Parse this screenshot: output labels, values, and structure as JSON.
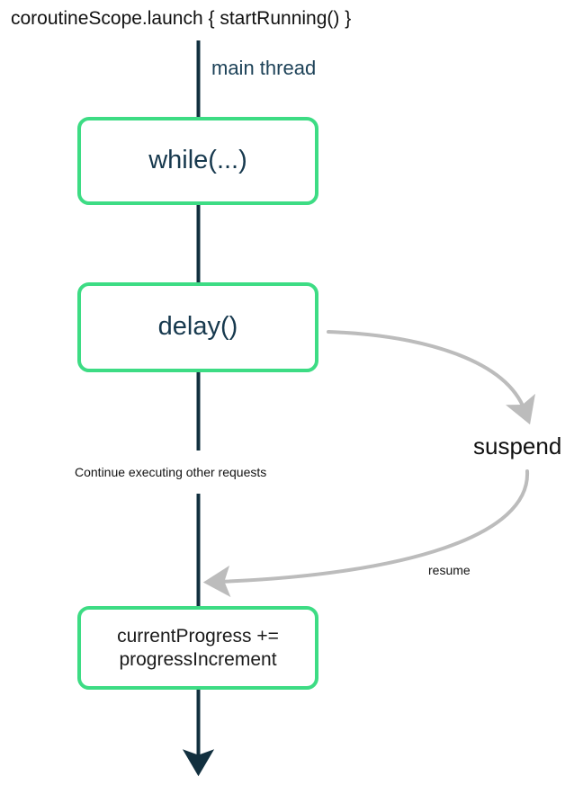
{
  "diagram": {
    "title": "coroutineScope.launch { startRunning() }",
    "thread_label": "main thread",
    "note_continue": "Continue executing other requests",
    "label_suspend": "suspend",
    "label_resume": "resume",
    "nodes": [
      {
        "id": "while",
        "label": "while(...)"
      },
      {
        "id": "delay",
        "label": "delay()"
      },
      {
        "id": "progress",
        "label": "currentProgress +=\nprogressIncrement"
      }
    ],
    "colors": {
      "node_border": "#3ddc84",
      "node_fill": "#ffffff",
      "thread_line": "#12303f",
      "curve_arrow": "#bcbcbc",
      "node_text_accent": "#17394e",
      "node_text_plain": "#1b1b1b",
      "background": "#ffffff"
    }
  }
}
